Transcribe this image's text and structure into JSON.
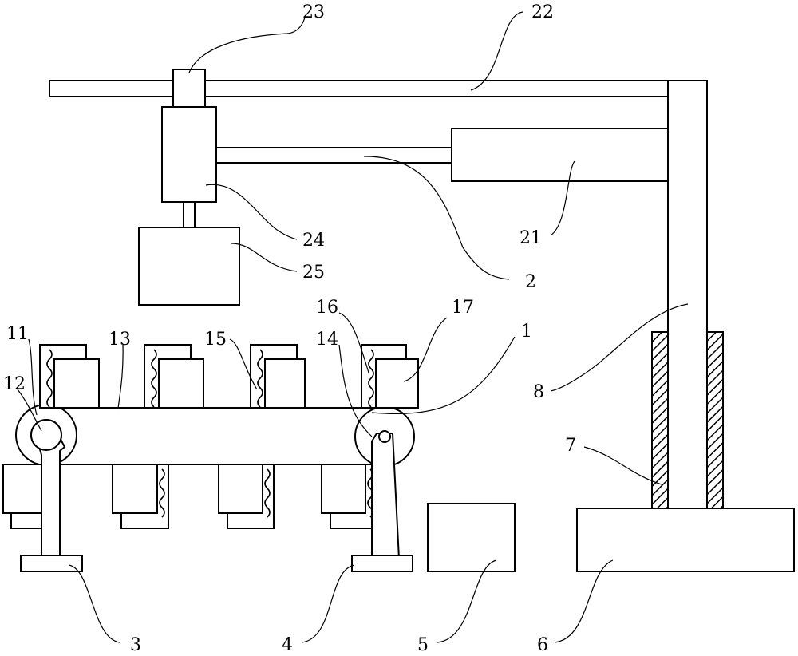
{
  "labels": {
    "l1": "1",
    "l2": "2",
    "l3": "3",
    "l4": "4",
    "l5": "5",
    "l6": "6",
    "l7": "7",
    "l8": "8",
    "l11": "11",
    "l12": "12",
    "l13": "13",
    "l14": "14",
    "l15": "15",
    "l16": "16",
    "l17": "17",
    "l21": "21",
    "l22": "22",
    "l23": "23",
    "l24": "24",
    "l25": "25"
  },
  "colors": {
    "line": "#000000",
    "background": "#ffffff"
  }
}
